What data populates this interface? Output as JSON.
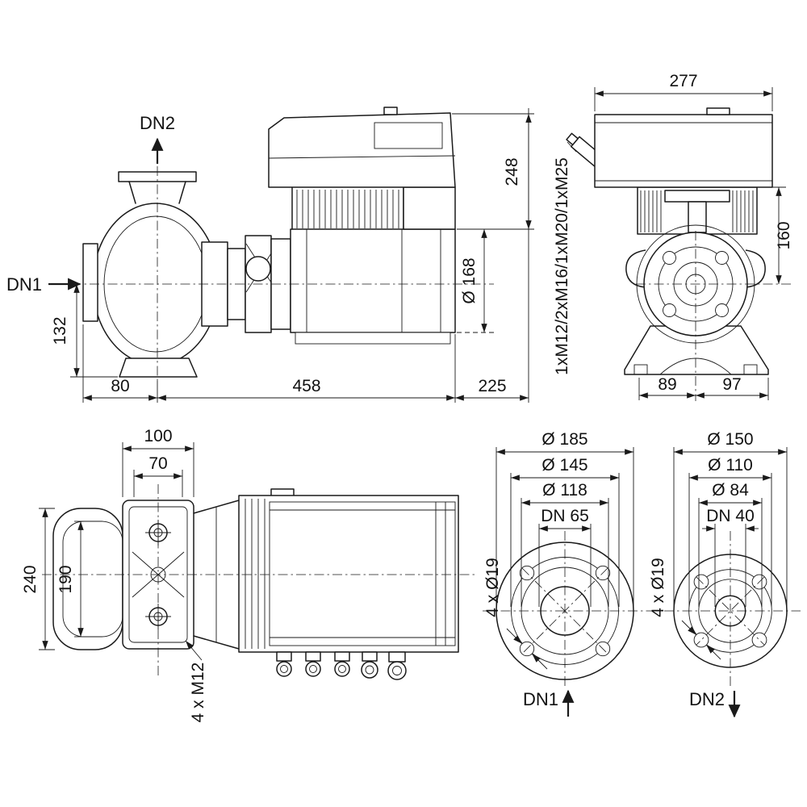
{
  "drawing": {
    "background": "#ffffff",
    "line_color": "#1a1a1a",
    "views": {
      "side": {
        "port_top": "DN2",
        "port_left": "DN1",
        "dim_height_axis": "132",
        "dim_casing": "80",
        "dim_length": "458",
        "dim_overhang": "225",
        "dim_module_height": "248",
        "dim_motor_dia": "Ø 168"
      },
      "front": {
        "dim_width": "277",
        "dim_axis_height": "160",
        "dim_foot_left": "89",
        "dim_foot_right": "97",
        "cable_glands": "1xM12/2xM16/1xM20/1xM25"
      },
      "top": {
        "dim_flange_outer": "100",
        "dim_flange_inner": "70",
        "dim_depth": "240",
        "dim_flange_depth": "190",
        "bolts": "4 x M12"
      },
      "flange_dn1": {
        "dia_outer": "Ø 185",
        "dia_bolt_circle": "Ø 145",
        "dia_raised_face": "Ø 118",
        "nominal": "DN 65",
        "bolt_holes": "4 x Ø19",
        "port": "DN1"
      },
      "flange_dn2": {
        "dia_outer": "Ø 150",
        "dia_bolt_circle": "Ø 110",
        "dia_raised_face": "Ø 84",
        "nominal": "DN 40",
        "bolt_holes": "4 x Ø19",
        "port": "DN2"
      }
    }
  }
}
